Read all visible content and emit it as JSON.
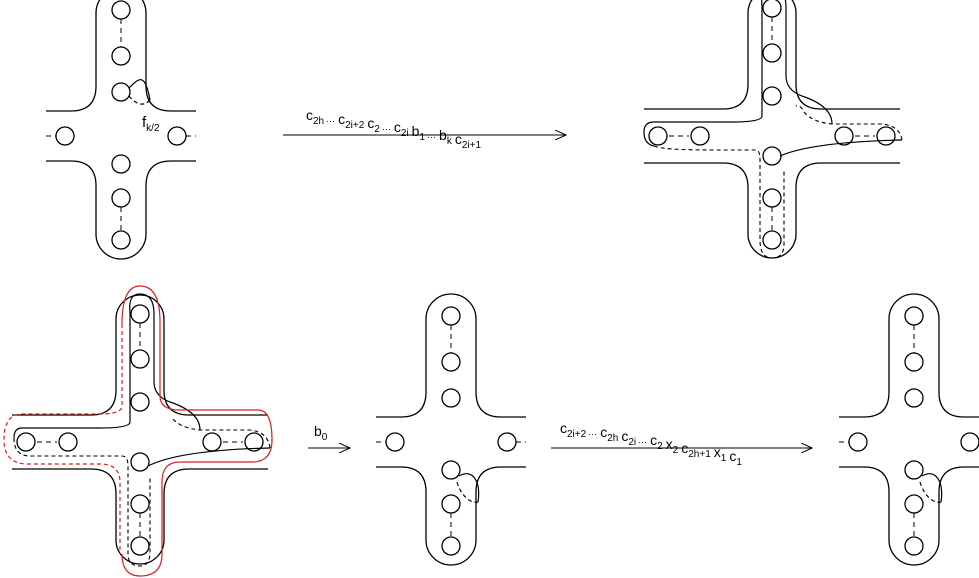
{
  "labels": {
    "f_curve": {
      "main": "f",
      "sub": "k/2"
    },
    "arrow1": [
      {
        "main": "c",
        "sub": "2h"
      },
      {
        "main": "···",
        "sub": ""
      },
      {
        "main": "c",
        "sub": "2i+2"
      },
      {
        "main": "c",
        "sub": "2"
      },
      {
        "main": "···",
        "sub": ""
      },
      {
        "main": "c",
        "sub": "2i"
      },
      {
        "main": "b",
        "sub": "1"
      },
      {
        "main": "···",
        "sub": ""
      },
      {
        "main": "b",
        "sub": "k"
      },
      {
        "main": "c",
        "sub": "2i+1"
      }
    ],
    "arrow2": [
      {
        "main": "b",
        "sub": "0"
      }
    ],
    "arrow3": [
      {
        "main": "c",
        "sub": "2i+2"
      },
      {
        "main": "···",
        "sub": ""
      },
      {
        "main": "c",
        "sub": "2h"
      },
      {
        "main": "c",
        "sub": "2i"
      },
      {
        "main": "···",
        "sub": ""
      },
      {
        "main": "c",
        "sub": "2"
      },
      {
        "main": "x",
        "sub": "2"
      },
      {
        "main": "c",
        "sub": "2h+1"
      },
      {
        "main": "x",
        "sub": "1"
      },
      {
        "main": "c",
        "sub": "1"
      }
    ]
  },
  "colors": {
    "stroke": "#000000",
    "highlight": "#d42020"
  }
}
